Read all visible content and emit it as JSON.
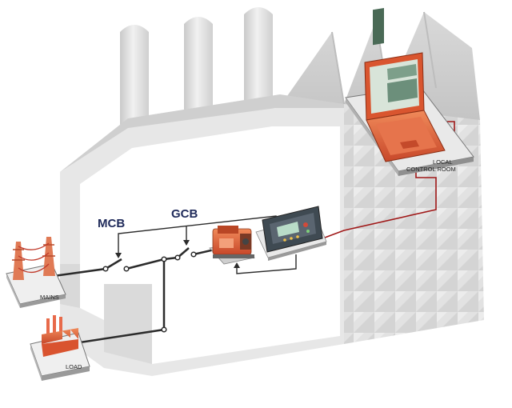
{
  "labels": {
    "mcb": "MCB",
    "gcb": "GCB",
    "mains": "MAINS",
    "load": "LOAD",
    "control_room_line1": "LOCAL",
    "control_room_line2": "CONTROL ROOM"
  },
  "colors": {
    "wall": "#e6e6e6",
    "wall_dark": "#cdcdcd",
    "roof": "#d6d6d6",
    "interior": "#ffffff",
    "wire": "#2b2b2b",
    "comm_line": "#a01818",
    "label_blue": "#1f2a5a",
    "equipment_orange": "#e0653a"
  },
  "icons": {
    "mains": "power-pylon-icon",
    "load": "factory-icon",
    "generator": "generator-icon",
    "controller": "control-panel-icon",
    "laptop": "laptop-icon"
  }
}
